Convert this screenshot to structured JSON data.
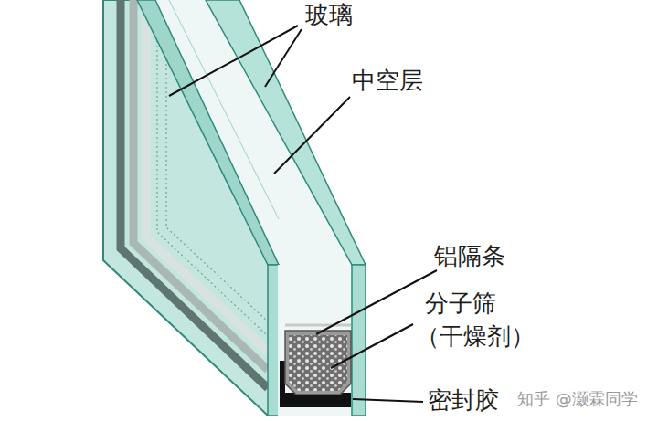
{
  "diagram": {
    "labels": [
      "玻璃",
      "中空层",
      "铝隔条",
      "分子筛",
      "（干燥剂）",
      "密封胶",
      "知乎 @灏霖同学"
    ]
  }
}
